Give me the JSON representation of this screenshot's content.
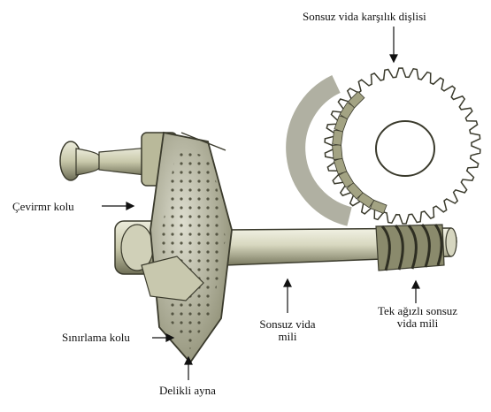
{
  "labels": {
    "worm_gear": "Sonsuz vida karşılık dişlisi",
    "crank_handle": "Çevirmr kolu",
    "worm_shaft_line1": "Sonsuz vida",
    "worm_shaft_line2": "mili",
    "single_start_line1": "Tek ağızlı sonsuz",
    "single_start_line2": "vida mili",
    "limiting_arm": "Sınırlama kolu",
    "index_plate": "Delikli ayna"
  },
  "colors": {
    "metal_light": "#e8e8d6",
    "metal_mid": "#b9b99a",
    "metal_dark": "#6f6f55",
    "outline": "#3a3a2c"
  }
}
